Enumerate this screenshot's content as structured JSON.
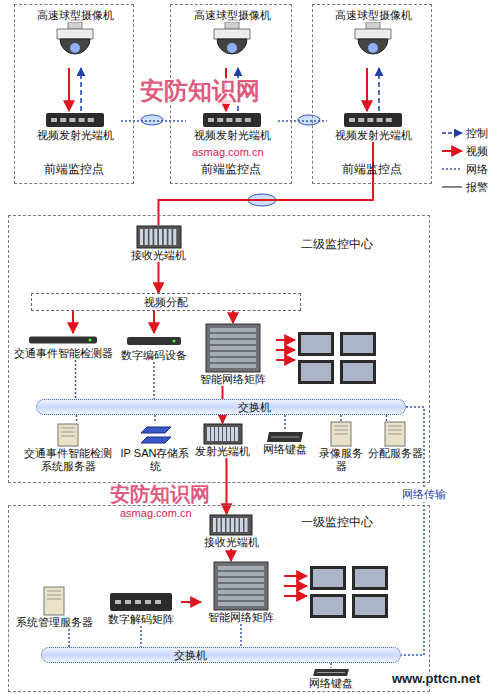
{
  "diagram": {
    "nodes": [
      {
        "text": [
          "前端监控点"
        ]
      },
      {
        "text": [
          "高速球型摄像机"
        ],
        "in": 0
      },
      {
        "text": [
          "视频发射光端机"
        ],
        "in": 0
      },
      {
        "text": [
          "前端监控点"
        ]
      },
      {
        "text": [
          "高速球型摄像机"
        ],
        "in": 3
      },
      {
        "text": [
          "视频发射光端机"
        ],
        "in": 3
      },
      {
        "text": [
          "前端监控点"
        ]
      },
      {
        "text": [
          "高速球型摄像机"
        ],
        "in": 6
      },
      {
        "text": [
          "视频发射光端机"
        ],
        "in": 6
      },
      {
        "text": [
          "二级监控中心"
        ]
      },
      {
        "text": [
          "接收光端机"
        ],
        "in": 9
      },
      {
        "text": [
          "视频分配"
        ],
        "in": 9
      },
      {
        "text": [
          "交通事件智能检测器"
        ],
        "in": 9
      },
      {
        "text": [
          "数字编码设备"
        ],
        "in": 9
      },
      {
        "text": [
          "智能网络矩阵"
        ],
        "in": 9
      },
      {
        "text": [
          "交换机"
        ],
        "in": 9
      },
      {
        "text": [
          "交通事件智能检测系统服务器"
        ],
        "in": 9
      },
      {
        "text": [
          "IP SAN存储系统"
        ],
        "in": 9
      },
      {
        "text": [
          "发射光端机"
        ],
        "in": 9
      },
      {
        "text": [
          "网络键盘"
        ],
        "in": 9
      },
      {
        "text": [
          "录像服务器"
        ],
        "in": 9
      },
      {
        "text": [
          "分配服务器"
        ],
        "in": 9
      },
      {
        "text": [
          "一级监控中心"
        ]
      },
      {
        "text": [
          "接收光端机"
        ],
        "in": 22
      },
      {
        "text": [
          "系统管理服务器"
        ],
        "in": 22
      },
      {
        "text": [
          "数字解码矩阵"
        ],
        "in": 22
      },
      {
        "text": [
          "智能网络矩阵"
        ],
        "in": 22
      },
      {
        "text": [
          "交换机"
        ],
        "in": 22
      },
      {
        "text": [
          "网络键盘"
        ],
        "in": 22
      }
    ],
    "edges": [
      {
        "from": 1,
        "to": 2,
        "arrow": "to"
      },
      {
        "from": 2,
        "to": 1,
        "arrow": "to"
      },
      {
        "from": 4,
        "to": 5,
        "arrow": "to"
      },
      {
        "from": 5,
        "to": 4,
        "arrow": "to"
      },
      {
        "from": 7,
        "to": 8,
        "arrow": "to"
      },
      {
        "from": 8,
        "to": 7,
        "arrow": "to"
      },
      {
        "from": 2,
        "to": 5,
        "arrow": "none"
      },
      {
        "from": 5,
        "to": 8,
        "arrow": "none"
      },
      {
        "from": 8,
        "to": 10,
        "arrow": "none"
      },
      {
        "from": 10,
        "to": 11,
        "arrow": "to"
      },
      {
        "from": 11,
        "to": 12,
        "arrow": "to"
      },
      {
        "from": 11,
        "to": 13,
        "arrow": "to"
      },
      {
        "from": 11,
        "to": 14,
        "arrow": "to"
      },
      {
        "from": 12,
        "to": 15,
        "arrow": "none"
      },
      {
        "from": 13,
        "to": 15,
        "arrow": "none"
      },
      {
        "from": 14,
        "to": 18,
        "arrow": "to"
      },
      {
        "from": 15,
        "to": 16,
        "arrow": "none"
      },
      {
        "from": 15,
        "to": 17,
        "arrow": "none"
      },
      {
        "from": 15,
        "to": 19,
        "arrow": "none"
      },
      {
        "from": 15,
        "to": 20,
        "arrow": "none"
      },
      {
        "from": 15,
        "to": 21,
        "arrow": "none"
      },
      {
        "from": 18,
        "to": 23,
        "arrow": "to"
      },
      {
        "from": 15,
        "to": 27,
        "label": "网络传输",
        "arrow": "none"
      },
      {
        "from": 23,
        "to": 26,
        "arrow": "to"
      },
      {
        "from": 25,
        "to": 26,
        "arrow": "to"
      },
      {
        "from": 24,
        "to": 27,
        "arrow": "none"
      },
      {
        "from": 25,
        "to": 27,
        "arrow": "none"
      },
      {
        "from": 26,
        "to": 27,
        "arrow": "none"
      },
      {
        "from": 27,
        "to": 28,
        "arrow": "none"
      }
    ],
    "labels": [
      "安防知识网",
      "asmag.com.cn",
      "安防知识网",
      "asmag.com.cn",
      "www.pttcn.net"
    ],
    "legend": [
      {
        "text": "控制"
      },
      {
        "text": "视频"
      },
      {
        "text": "网络"
      },
      {
        "text": "报警"
      }
    ]
  }
}
